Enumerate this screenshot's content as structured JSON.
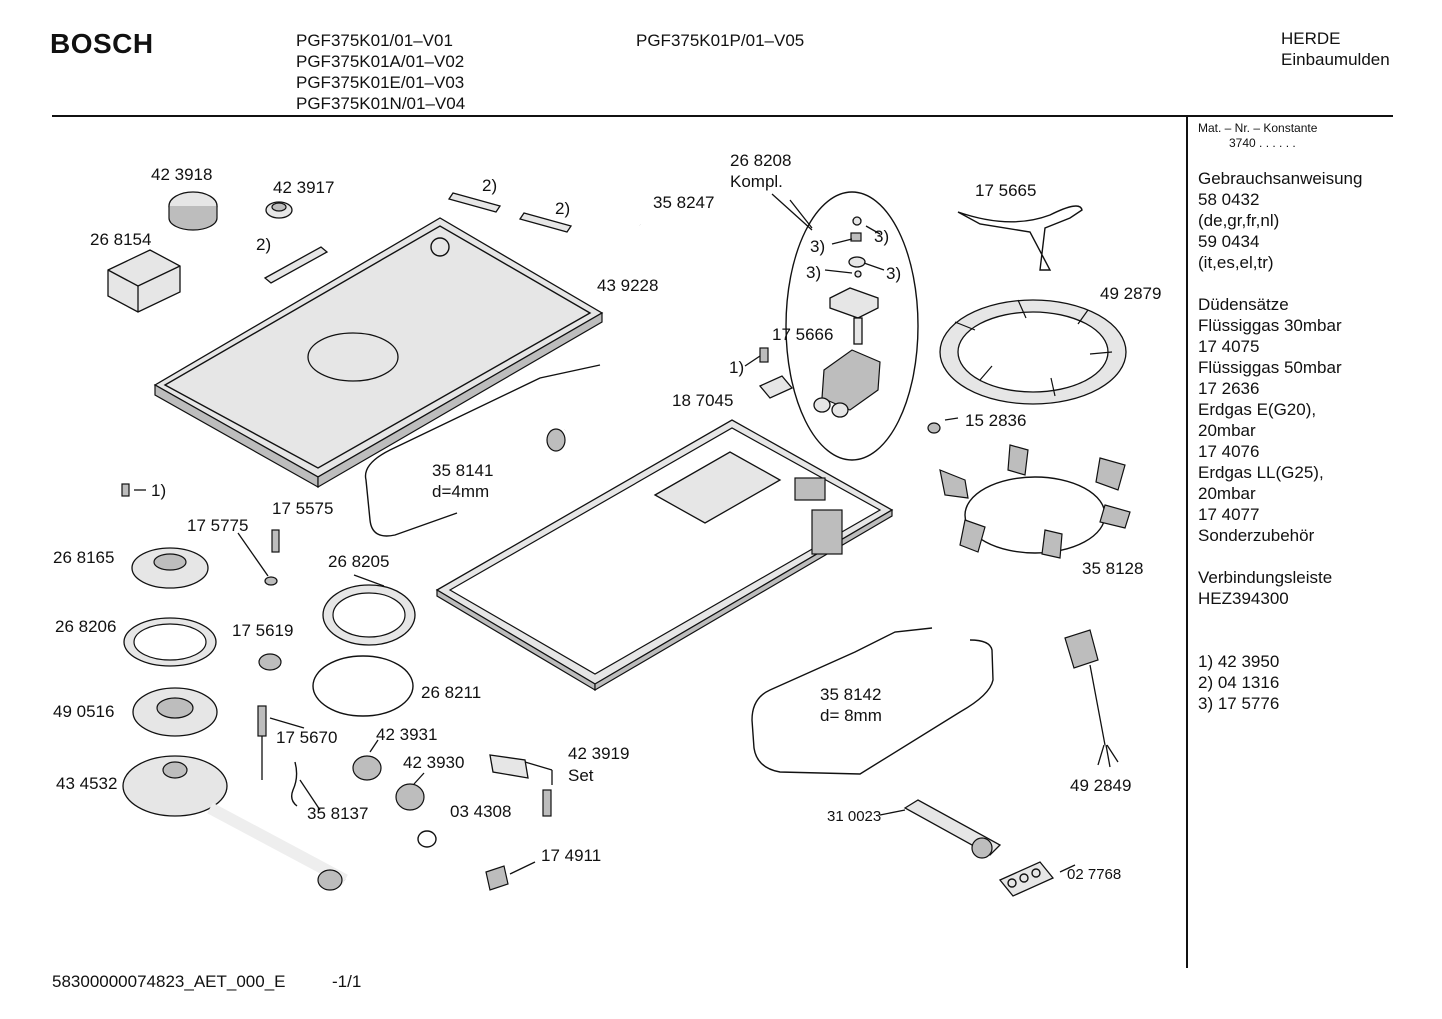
{
  "header": {
    "brand": "BOSCH",
    "models_col1": [
      "PGF375K01/01–V01",
      "PGF375K01A/01–V02",
      "PGF375K01E/01–V03",
      "PGF375K01N/01–V04"
    ],
    "models_col2": [
      "PGF375K01P/01–V05"
    ],
    "category_line1": "HERDE",
    "category_line2": "Einbaumulden"
  },
  "sidebar": {
    "mat_nr_label": "Mat. – Nr. – Konstante",
    "mat_nr_value": "3740 . . . . . .",
    "lines": [
      "Gebrauchsanweisung",
      "58 0432",
      "(de,gr,fr,nl)",
      "59 0434",
      "(it,es,el,tr)",
      "",
      "Düdensätze",
      "Flüssiggas 30mbar",
      "17 4075",
      "Flüssiggas 50mbar",
      "17 2636",
      "Erdgas E(G20),",
      "20mbar",
      "17 4076",
      "Erdgas LL(G25),",
      "20mbar",
      "17 4077",
      "Sonderzubehör",
      "",
      "Verbindungsleiste",
      "HEZ394300",
      "",
      "",
      "1) 42 3950",
      "2) 04 1316",
      "3) 17 5776"
    ]
  },
  "parts": {
    "p423918": "42 3918",
    "p423917": "42 3917",
    "p268154": "26 8154",
    "fn2_a": "2)",
    "fn2_b": "2)",
    "fn2_c": "2)",
    "p268208": "26 8208",
    "p268208_sub": "Kompl.",
    "p358247": "35 8247",
    "p439228": "43 9228",
    "fn3_a": "3)",
    "fn3_b": "3)",
    "fn3_c": "3)",
    "fn3_d": "3)",
    "p175666": "17 5666",
    "fn1_a": "1)",
    "p187045": "18 7045",
    "p175665": "17 5665",
    "p492879": "49 2879",
    "p152836": "15 2836",
    "p358141": "35 8141",
    "p358141_sub": "d=4mm",
    "fn1_b": "1)",
    "p175775": "17 5775",
    "p175575": "17 5575",
    "p268165": "26 8165",
    "p268205": "26 8205",
    "p268206": "26 8206",
    "p175619": "17 5619",
    "p268211": "26 8211",
    "p490516": "49 0516",
    "p175670": "17 5670",
    "p423931": "42 3931",
    "p423930": "42 3930",
    "p423919": "42 3919",
    "p423919_sub": "Set",
    "p434532": "43 4532",
    "p358137": "35 8137",
    "p034308": "03 4308",
    "p174911": "17 4911",
    "p358128": "35 8128",
    "p358142": "35 8142",
    "p358142_sub": "d= 8mm",
    "p492849": "49 2849",
    "p310023": "31 0023",
    "p027768": "02 7768"
  },
  "footer": {
    "doc_id": "58300000074823_AET_000_E",
    "page": "-1/1"
  }
}
